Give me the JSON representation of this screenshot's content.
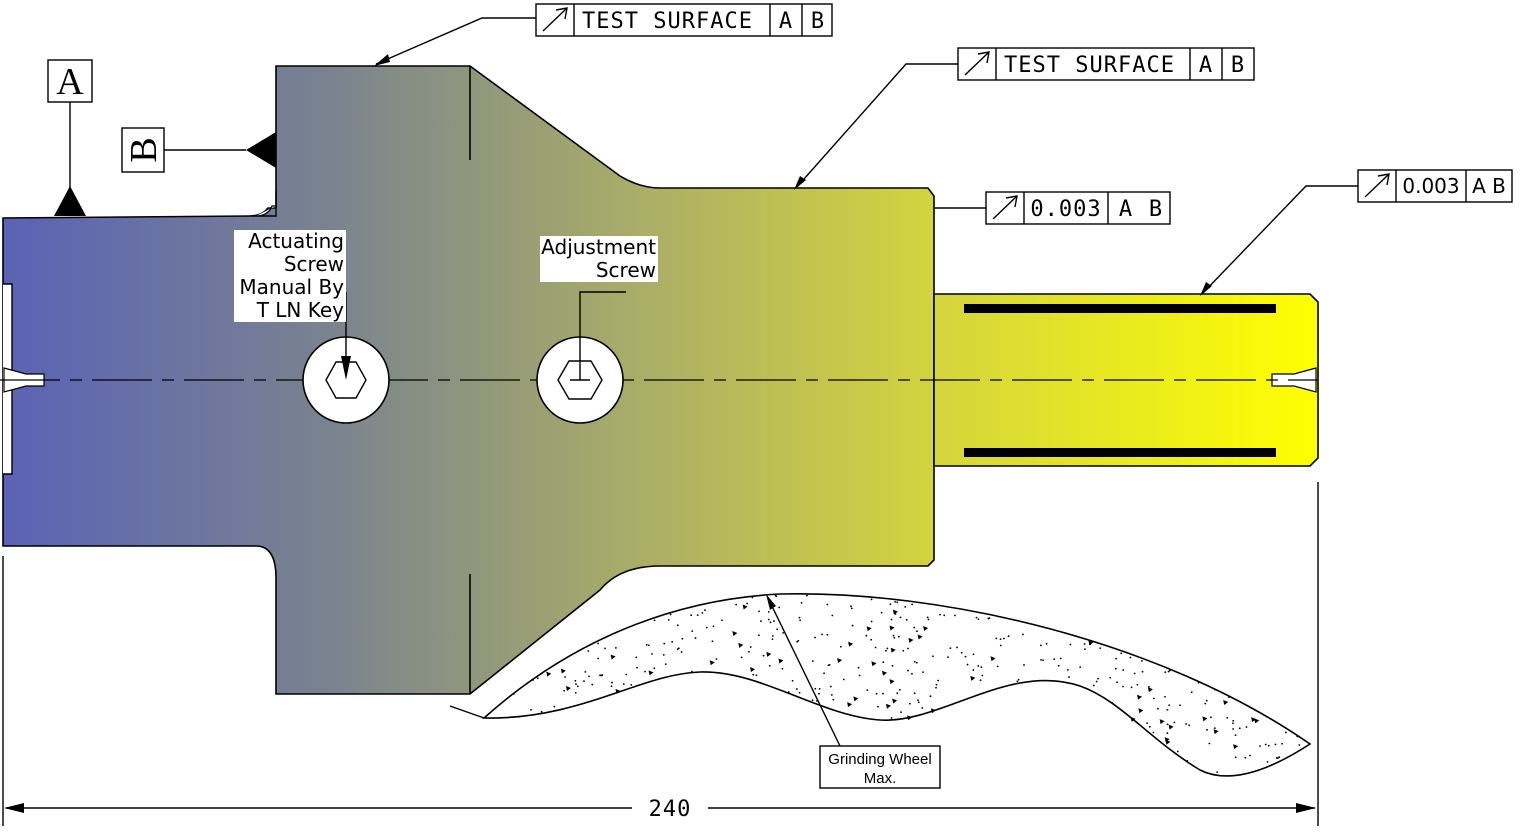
{
  "datum_a": {
    "letter": "A"
  },
  "datum_b": {
    "letter": "B"
  },
  "fcf_top": {
    "text": "TEST SURFACE",
    "datum1": "A",
    "datum2": "B",
    "symbol": "runout-arrow-icon"
  },
  "fcf_right": {
    "text": "TEST SURFACE",
    "datum1": "A",
    "datum2": "B",
    "symbol": "runout-arrow-icon"
  },
  "fcf_mid": {
    "tolerance": "0.003",
    "datum1": "A",
    "datum2": "B",
    "symbol": "runout-arrow-icon"
  },
  "fcf_far": {
    "tolerance": "0.003",
    "datum_text": "A B",
    "symbol": "runout-arrow-icon"
  },
  "actuating_label": {
    "line1": "Actuating",
    "line2": "Screw",
    "line3": "Manual By",
    "line4": "T LN Key"
  },
  "adjustment_label": {
    "line1": "Adjustment",
    "line2": "Screw"
  },
  "grinding_label": {
    "line1": "Grinding Wheel",
    "line2": "Max."
  },
  "dimension": {
    "value": "240"
  },
  "colors": {
    "gradient_start": "#5a64b4",
    "gradient_mid": "#8c9678",
    "gradient_end": "#ffff00",
    "line": "#000000"
  }
}
